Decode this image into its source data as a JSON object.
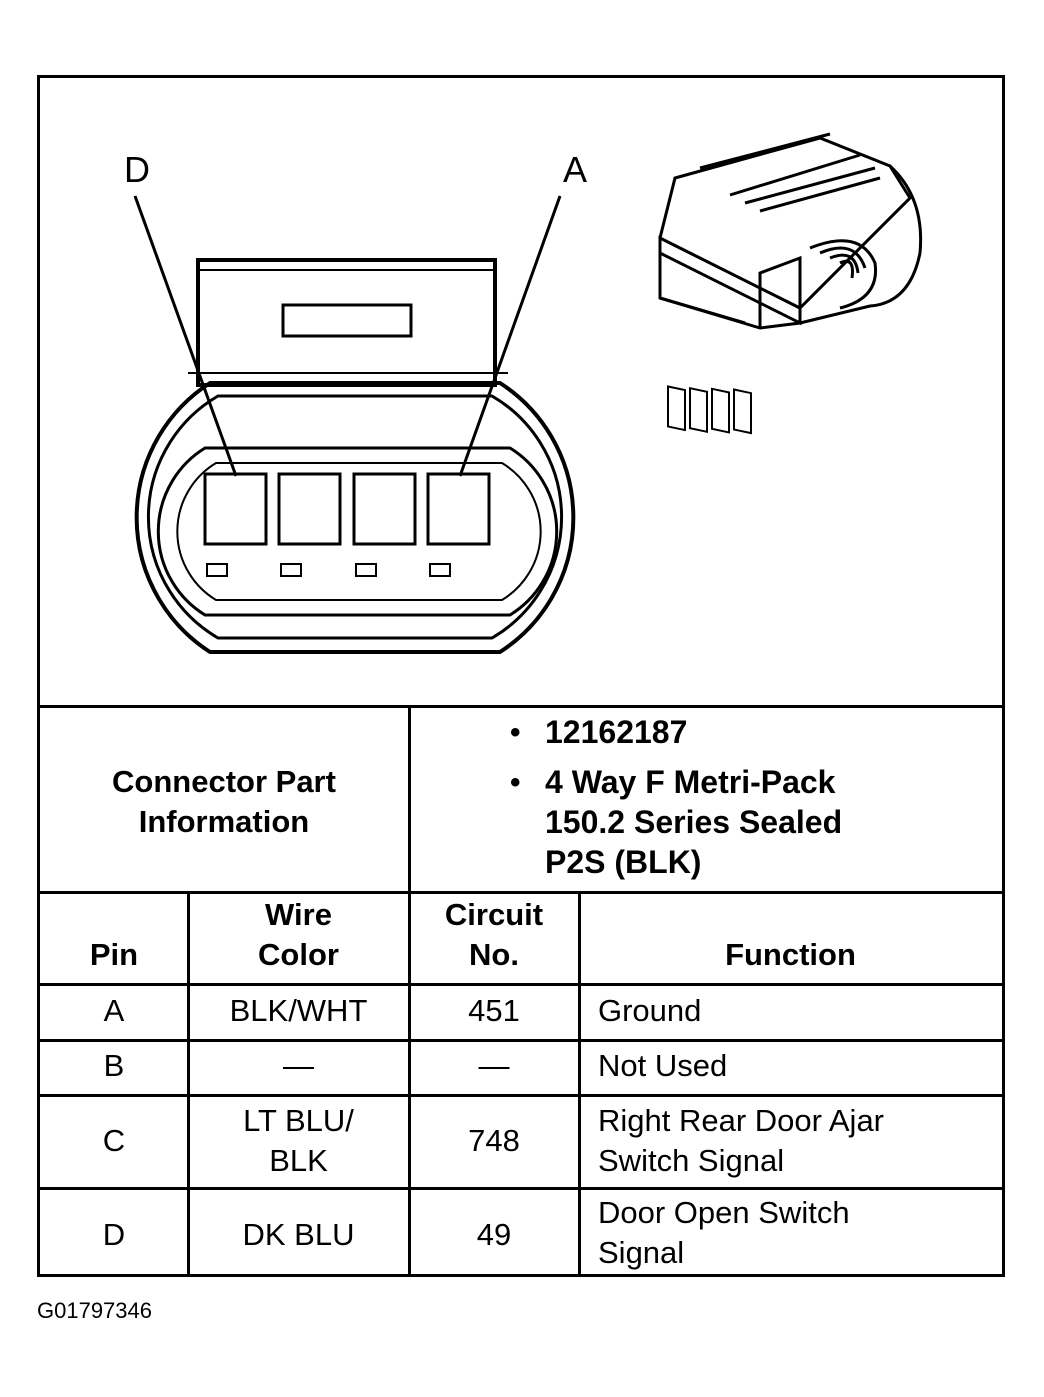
{
  "diagram": {
    "pin_label_left": "D",
    "pin_label_right": "A"
  },
  "part_info": {
    "label_line1": "Connector Part",
    "label_line2": "Information",
    "part_number": "12162187",
    "desc_line1": "4 Way F Metri-Pack",
    "desc_line2": "150.2 Series Sealed",
    "desc_line3": "P2S (BLK)"
  },
  "pin_table": {
    "headers": {
      "pin": "Pin",
      "wire_line1": "Wire",
      "wire_line2": "Color",
      "circuit_line1": "Circuit",
      "circuit_line2": "No.",
      "function": "Function"
    },
    "rows": [
      {
        "pin": "A",
        "wire1": "BLK/WHT",
        "wire2": "",
        "circuit": "451",
        "func1": "Ground",
        "func2": ""
      },
      {
        "pin": "B",
        "wire1": "—",
        "wire2": "",
        "circuit": "—",
        "func1": "Not Used",
        "func2": ""
      },
      {
        "pin": "C",
        "wire1": "LT BLU/",
        "wire2": "BLK",
        "circuit": "748",
        "func1": "Right Rear Door Ajar",
        "func2": "Switch Signal"
      },
      {
        "pin": "D",
        "wire1": "DK BLU",
        "wire2": "",
        "circuit": "49",
        "func1": "Door Open Switch",
        "func2": "Signal"
      }
    ]
  },
  "figure_id": "G01797346"
}
